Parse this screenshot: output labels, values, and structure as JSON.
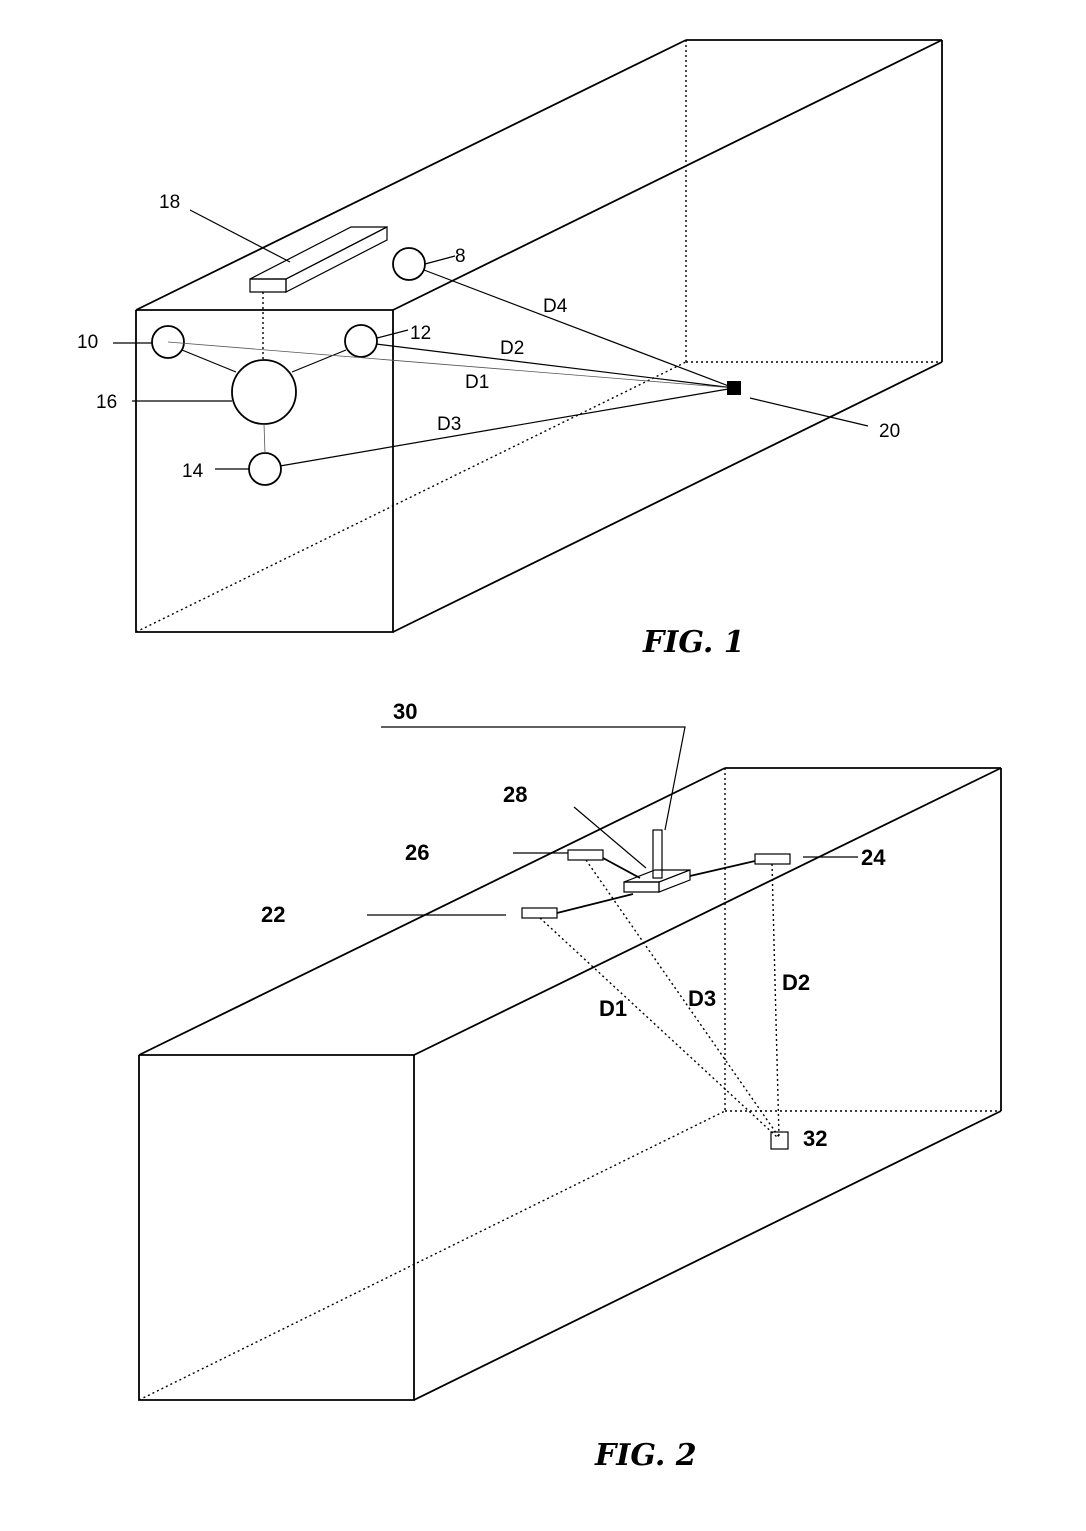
{
  "fig1": {
    "caption": "FIG. 1",
    "labels": {
      "l8": "8",
      "l10": "10",
      "l12": "12",
      "l14": "14",
      "l16": "16",
      "l18": "18",
      "l20": "20",
      "d1": "D1",
      "d2": "D2",
      "d3": "D3",
      "d4": "D4"
    }
  },
  "fig2": {
    "caption": "FIG. 2",
    "labels": {
      "l22": "22",
      "l24": "24",
      "l26": "26",
      "l28": "28",
      "l30": "30",
      "l32": "32",
      "d1": "D1",
      "d2": "D2",
      "d3": "D3"
    }
  }
}
